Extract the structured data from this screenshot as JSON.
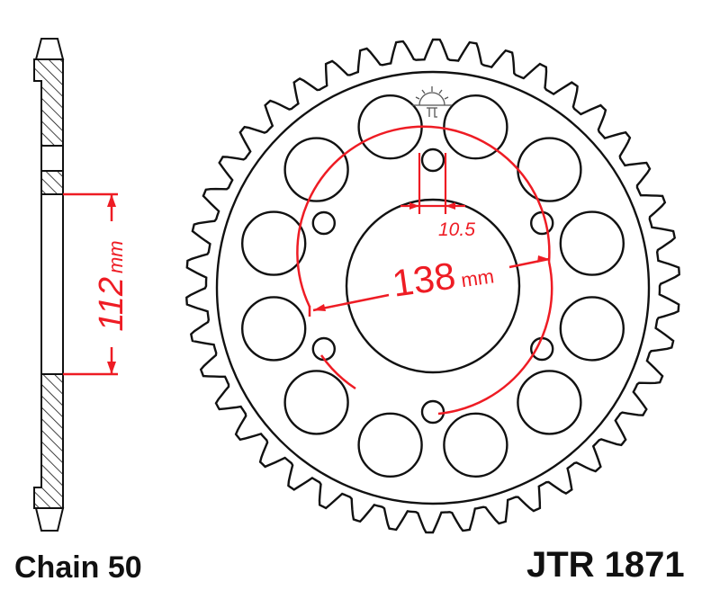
{
  "diagram": {
    "type": "sprocket-technical-drawing",
    "colors": {
      "outline": "#111111",
      "dimension": "#ee1c24",
      "background": "#ffffff"
    },
    "sprocket": {
      "teeth": 42,
      "lightening_holes": 12,
      "bolt_holes": 6
    },
    "dimensions": {
      "center_bore_label": "112",
      "center_bore_unit": "mm",
      "pcd_label": "138",
      "pcd_unit": "mm",
      "bolt_hole_label": "10.5"
    },
    "footer": {
      "chain_label": "Chain 50",
      "part_number": "JTR 1871"
    }
  }
}
